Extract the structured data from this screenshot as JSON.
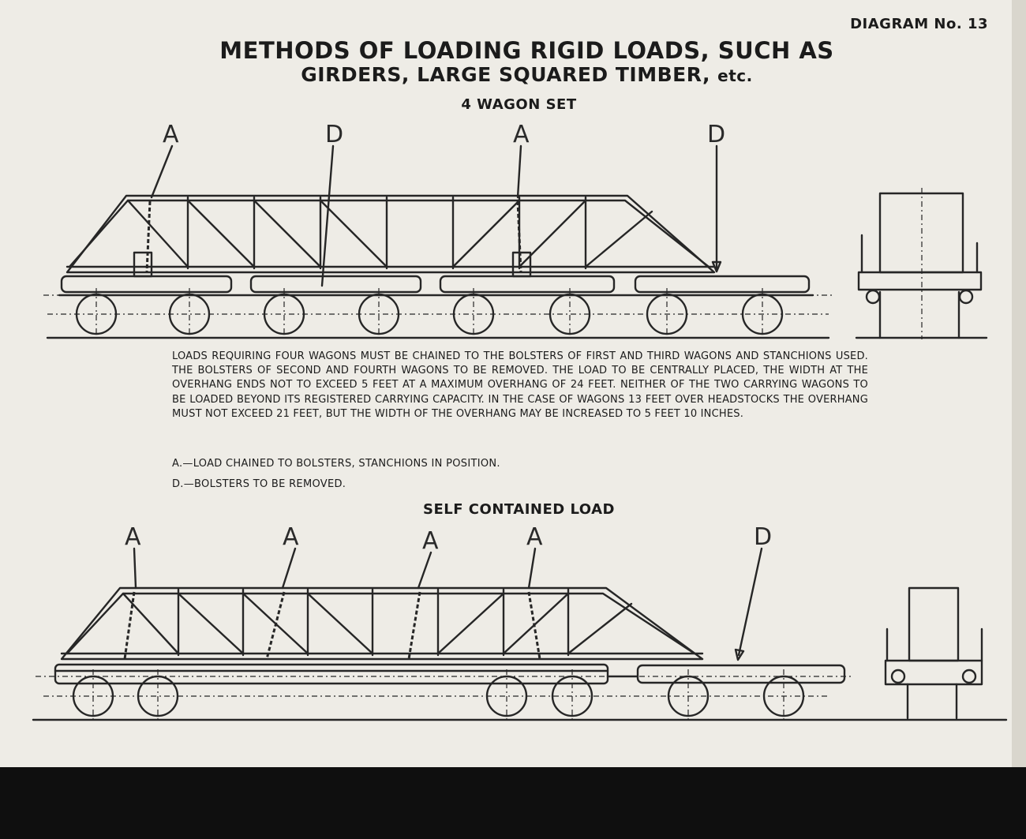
{
  "header": {
    "diagram_number": "DIAGRAM No. 13",
    "title_line1": "METHODS OF LOADING RIGID LOADS, SUCH AS",
    "title_line2": "GIRDERS, LARGE SQUARED TIMBER,",
    "title_etc": "etc."
  },
  "four_wagon_set": {
    "heading": "4 WAGON SET",
    "callouts": [
      "A",
      "D",
      "A",
      "D"
    ]
  },
  "description": {
    "paragraph": "LOADS REQUIRING FOUR WAGONS MUST BE CHAINED TO THE BOLSTERS OF FIRST AND THIRD WAGONS AND STANCHIONS USED. THE BOLSTERS OF SECOND AND FOURTH WAGONS TO BE REMOVED. THE LOAD TO BE CENTRALLY PLACED, THE WIDTH AT THE OVERHANG ENDS NOT TO EXCEED 5 FEET AT A MAXIMUM OVERHANG OF 24 FEET. NEITHER OF THE TWO CARRYING WAGONS TO BE LOADED BEYOND ITS REGISTERED CARRYING CAPACITY. IN THE CASE OF WAGONS 13 FEET OVER HEADSTOCKS THE OVERHANG MUST NOT EXCEED 21 FEET, BUT THE WIDTH OF THE OVERHANG MAY BE INCREASED TO 5 FEET 10 INCHES.",
    "key_a": "A.—LOAD CHAINED TO BOLSTERS, STANCHIONS IN POSITION.",
    "key_d": "D.—BOLSTERS TO BE REMOVED."
  },
  "self_contained_load": {
    "heading": "SELF CONTAINED LOAD",
    "callouts": [
      "A",
      "A",
      "A",
      "A",
      "D"
    ]
  },
  "colors": {
    "paper": "#eeece6",
    "ink": "#262626",
    "border": "#0f0f0f"
  }
}
